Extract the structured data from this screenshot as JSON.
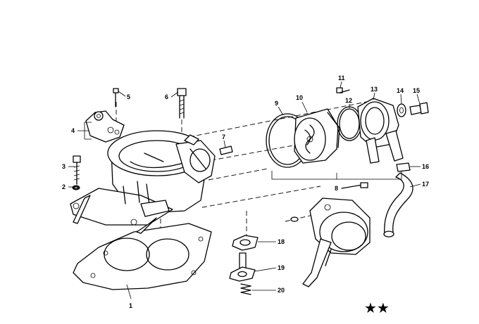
{
  "callouts": [
    "1",
    "2",
    "3",
    "4",
    "5",
    "6",
    "7",
    "8",
    "9",
    "10",
    "11",
    "12",
    "13",
    "14",
    "15",
    "16",
    "17",
    "18",
    "19",
    "20"
  ],
  "footer_mark": "★★"
}
